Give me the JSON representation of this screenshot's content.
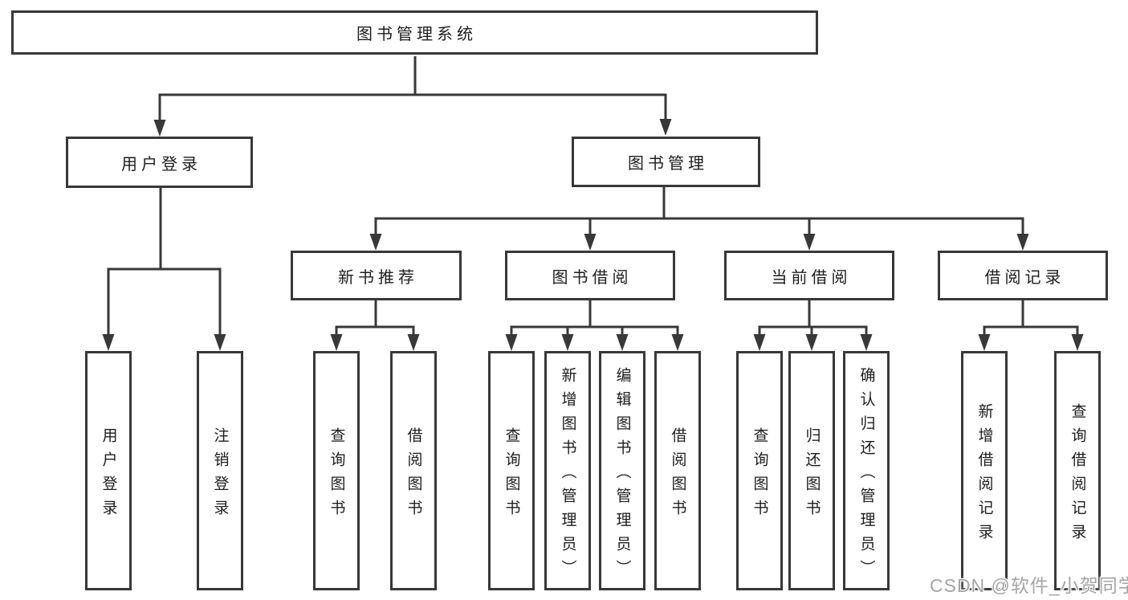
{
  "diagram": {
    "root": {
      "label": "图书管理系统"
    },
    "branches": [
      {
        "label": "用户登录",
        "leaves": [
          "用户登录",
          "注销登录"
        ]
      },
      {
        "label": "图书管理",
        "children": [
          {
            "label": "新书推荐",
            "leaves": [
              "查询图书",
              "借阅图书"
            ]
          },
          {
            "label": "图书借阅",
            "leaves": [
              "查询图书",
              "新增图书（管理员）",
              "编辑图书（管理员）",
              "借阅图书"
            ]
          },
          {
            "label": "当前借阅",
            "leaves": [
              "查询图书",
              "归还图书",
              "确认归还（管理员）"
            ]
          },
          {
            "label": "借阅记录",
            "leaves": [
              "新增借阅记录",
              "查询借阅记录"
            ]
          }
        ]
      }
    ]
  },
  "watermark": {
    "text": "CSDN @软件_小贺同学"
  },
  "colors": {
    "line": "#383838",
    "box_border": "#383838",
    "text": "#1d1d1d",
    "background": "#ffffff",
    "watermark_text": "#a5a5a5"
  }
}
